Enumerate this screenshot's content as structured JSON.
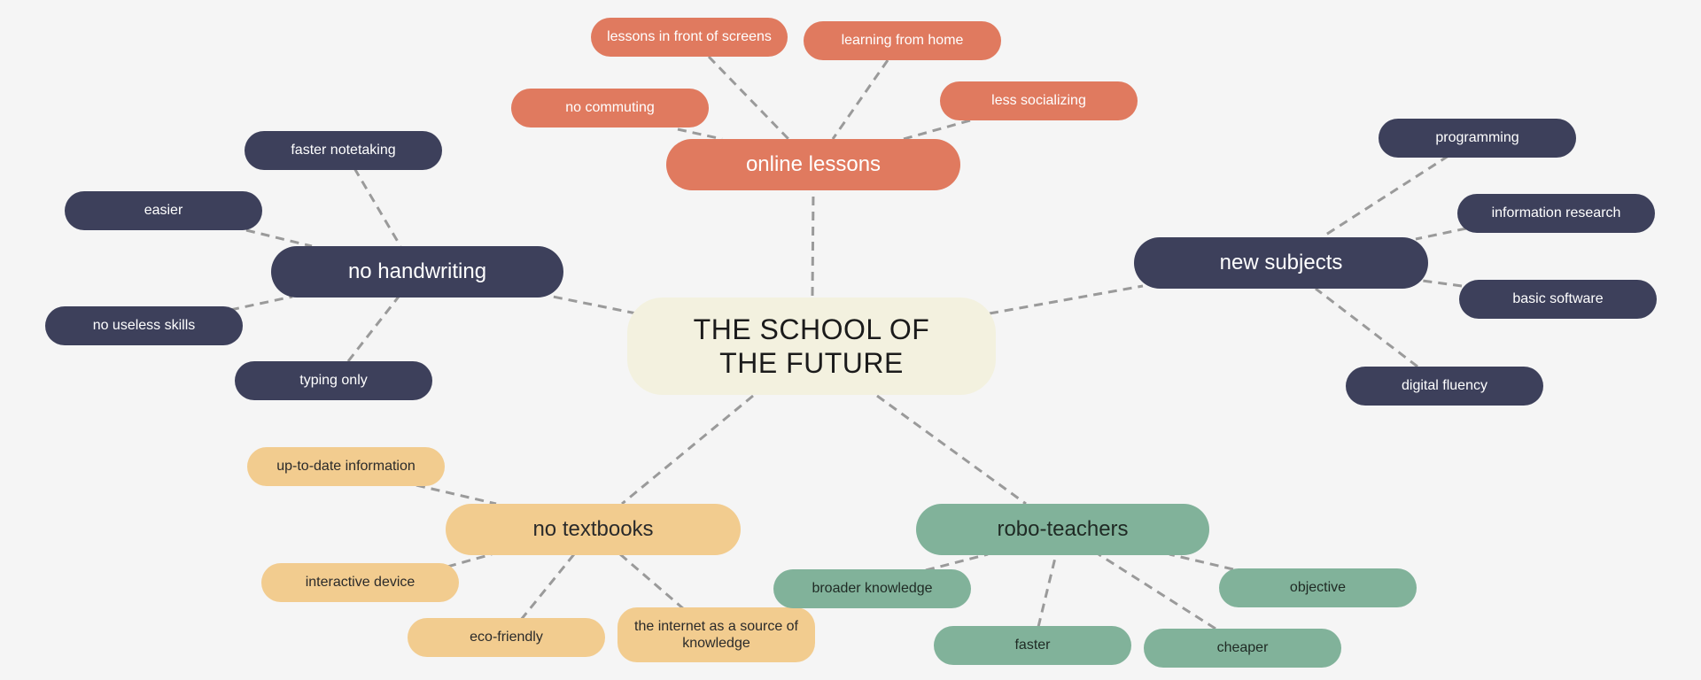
{
  "diagram": {
    "center": "THE SCHOOL OF THE FUTURE",
    "branches": {
      "online_lessons": {
        "label": "online lessons",
        "leaves": [
          "lessons in front of screens",
          "learning from home",
          "no commuting",
          "less socializing"
        ]
      },
      "no_handwriting": {
        "label": "no handwriting",
        "leaves": [
          "faster notetaking",
          "easier",
          "no useless skills",
          "typing only"
        ]
      },
      "new_subjects": {
        "label": "new subjects",
        "leaves": [
          "programming",
          "information research",
          "basic software",
          "digital fluency"
        ]
      },
      "no_textbooks": {
        "label": "no textbooks",
        "leaves": [
          "up-to-date information",
          "interactive device",
          "eco-friendly",
          "the internet as a source of knowledge"
        ]
      },
      "robo_teachers": {
        "label": "robo-teachers",
        "leaves": [
          "broader knowledge",
          "objective",
          "faster",
          "cheaper"
        ]
      }
    }
  },
  "colors": {
    "background": "#f5f5f5",
    "center": "#f3f1df",
    "navy": "#3d405b",
    "coral": "#e07a5f",
    "sand": "#f2cc8f",
    "sage": "#81b29a",
    "connector": "#9a9a9a"
  }
}
